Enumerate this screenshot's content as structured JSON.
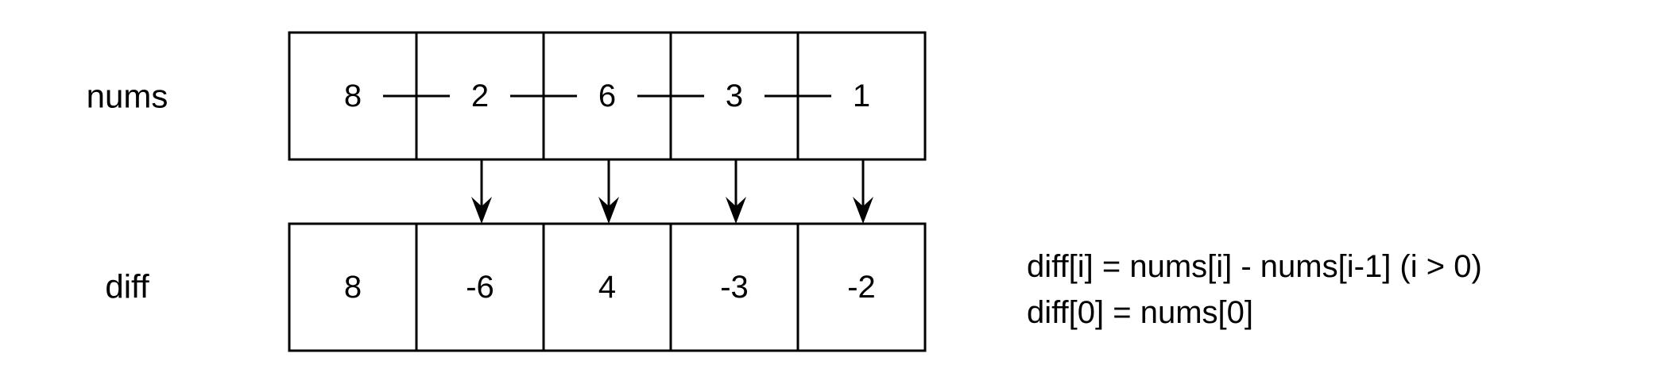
{
  "labels": {
    "nums": "nums",
    "diff": "diff"
  },
  "nums": [
    "8",
    "2",
    "6",
    "3",
    "1"
  ],
  "diff": [
    "8",
    "-6",
    "4",
    "-3",
    "-2"
  ],
  "formula": [
    "diff[i] = nums[i] - nums[i-1]  (i > 0)",
    "diff[0] = nums[0]"
  ]
}
